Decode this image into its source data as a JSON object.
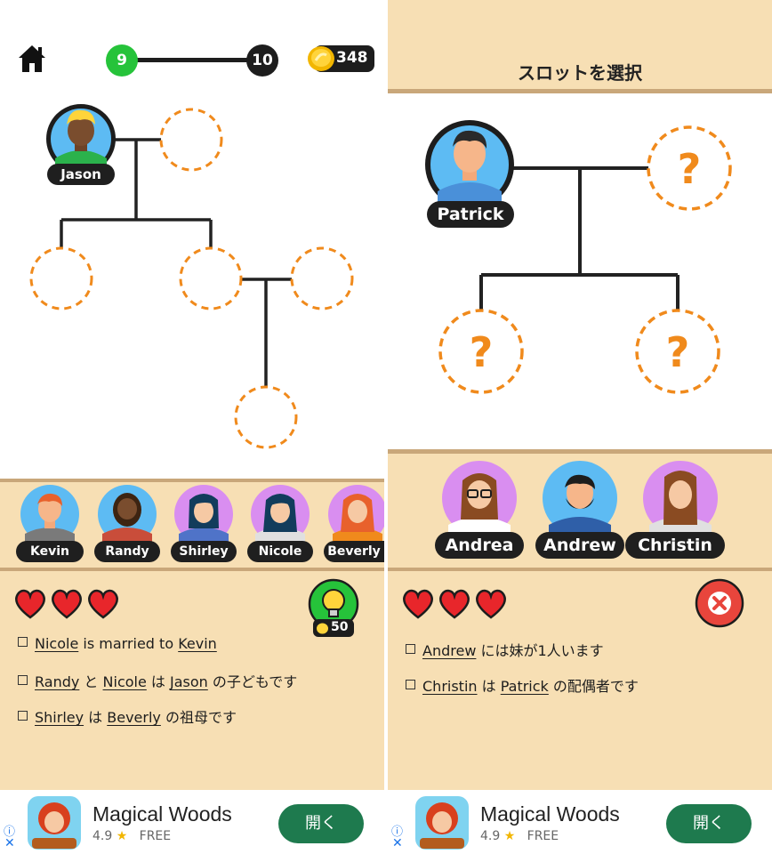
{
  "left": {
    "header": {
      "level_current": "9",
      "level_next": "10",
      "coins": "348",
      "level_progress": 1.0
    },
    "tree_nodes": {
      "root_name": "Jason"
    },
    "roster": [
      "Kevin",
      "Randy",
      "Shirley",
      "Nicole",
      "Beverly"
    ],
    "hint_cost": "50",
    "clues": [
      {
        "parts": [
          {
            "t": "Nicole",
            "u": true
          },
          {
            "t": " is married to ",
            "u": false
          },
          {
            "t": "Kevin",
            "u": true
          }
        ]
      },
      {
        "parts": [
          {
            "t": "Randy",
            "u": true
          },
          {
            "t": " と ",
            "u": false
          },
          {
            "t": "Nicole",
            "u": true
          },
          {
            "t": " は ",
            "u": false
          },
          {
            "t": "Jason",
            "u": true
          },
          {
            "t": " の子どもです",
            "u": false
          }
        ]
      },
      {
        "parts": [
          {
            "t": "Shirley",
            "u": true
          },
          {
            "t": " は ",
            "u": false
          },
          {
            "t": "Beverly",
            "u": true
          },
          {
            "t": " の祖母です",
            "u": false
          }
        ]
      }
    ]
  },
  "right": {
    "header_title": "スロットを選択",
    "root_name": "Patrick",
    "slot_mark": "?",
    "roster": [
      "Andrea",
      "Andrew",
      "Christin"
    ],
    "clues": [
      {
        "parts": [
          {
            "t": "Andrew",
            "u": true
          },
          {
            "t": " には妹が1人います",
            "u": false
          }
        ]
      },
      {
        "parts": [
          {
            "t": "Christin",
            "u": true
          },
          {
            "t": " は ",
            "u": false
          },
          {
            "t": "Patrick",
            "u": true
          },
          {
            "t": " の配偶者です",
            "u": false
          }
        ]
      }
    ]
  },
  "ad": {
    "title": "Magical Woods",
    "rating": "4.9",
    "star": "★",
    "price": "FREE",
    "button": "開く",
    "info_icon": "ⓘ",
    "close_icon": "✕"
  },
  "colors": {
    "tan": "#f7dfb4",
    "divider": "#c9a77a",
    "dashed": "#f08a1c",
    "green": "#26c33a",
    "ad_button": "#1e7a4e",
    "heart": "#e8262b"
  }
}
